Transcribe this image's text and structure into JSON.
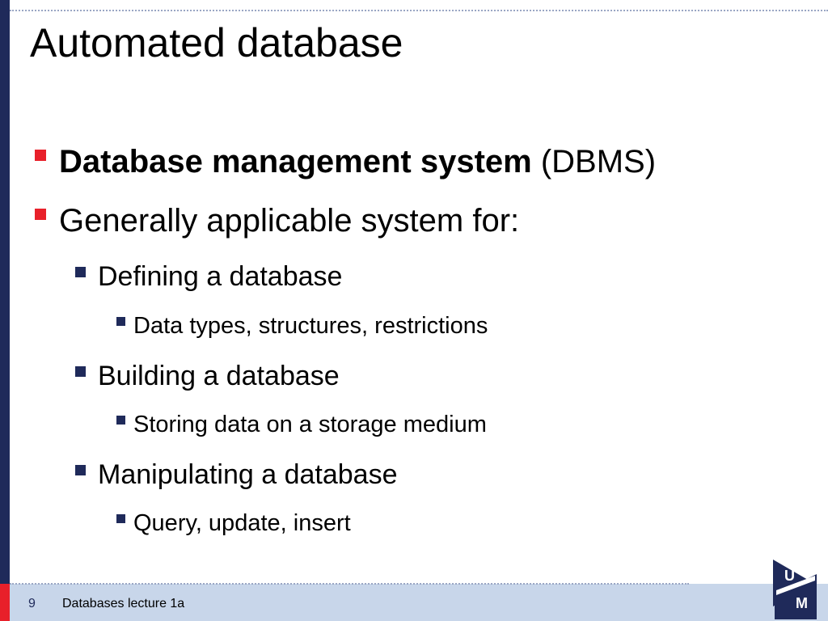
{
  "slide": {
    "title": "Automated database"
  },
  "bullets": {
    "b1_bold": "Database management system",
    "b1_rest": " (DBMS)",
    "b2": "Generally applicable system for:",
    "b2_1": "Defining a database",
    "b2_1_1": "Data types, structures, restrictions",
    "b2_2": "Building a database",
    "b2_2_1": "Storing data on a storage medium",
    "b2_3": "Manipulating a database",
    "b2_3_1": "Query, update, insert"
  },
  "footer": {
    "page_number": "9",
    "text": "Databases lecture 1a"
  },
  "logo": {
    "letter_top": "U",
    "letter_bottom": "M"
  },
  "colors": {
    "accent_red": "#e8202a",
    "navy": "#1f2a5a",
    "footer_bg": "#c8d6ea"
  },
  "icons": {
    "level1_bullet": "red-square-bullet-icon",
    "level2_bullet": "navy-square-bullet-icon",
    "level3_bullet": "navy-square-bullet-icon",
    "logo": "university-logo-icon"
  }
}
